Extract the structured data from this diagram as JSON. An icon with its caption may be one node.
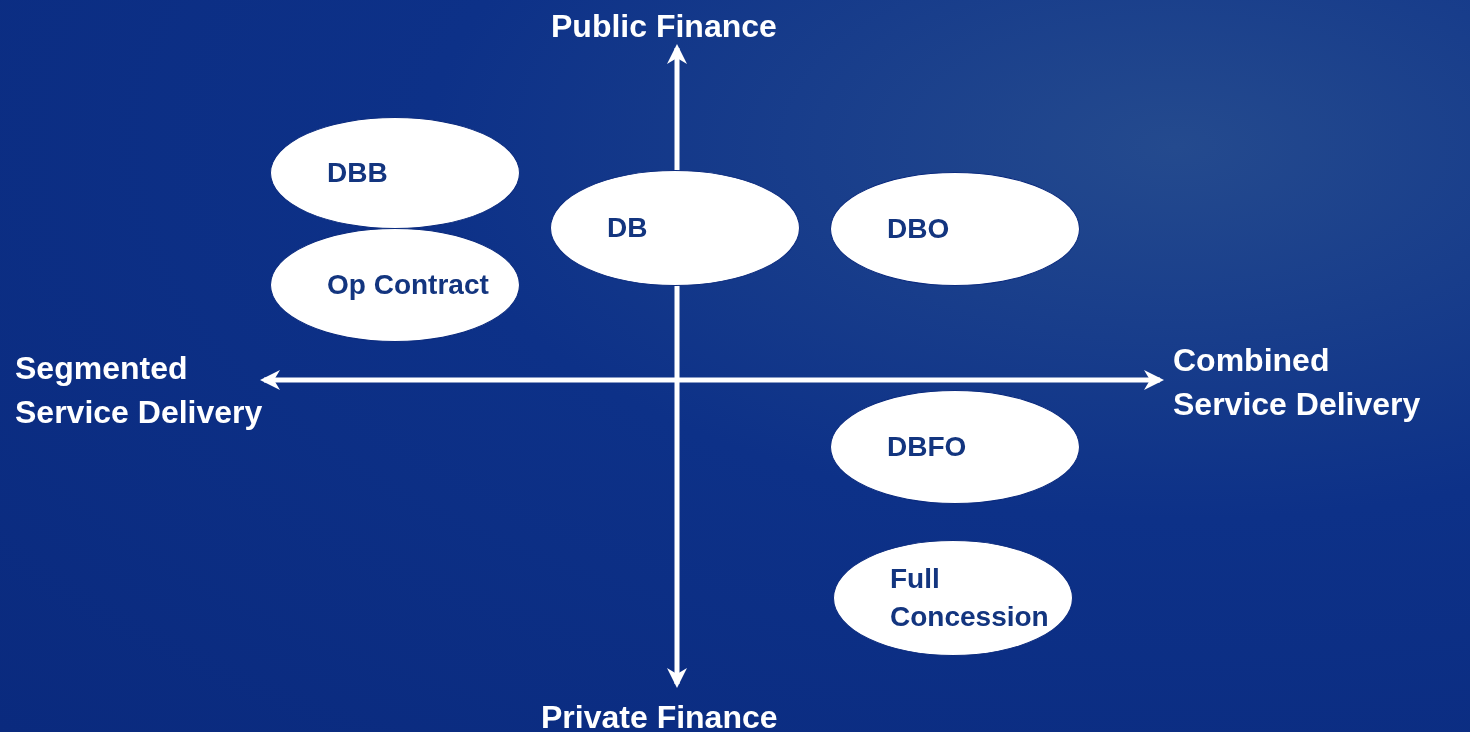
{
  "diagram": {
    "nodes": [
      {
        "text": [
          "DBB"
        ]
      },
      {
        "text": [
          "Op Contract"
        ]
      },
      {
        "text": [
          "DB"
        ]
      },
      {
        "text": [
          "DBO"
        ]
      },
      {
        "text": [
          "DBFO"
        ]
      },
      {
        "text": [
          "Full Concession"
        ]
      }
    ],
    "labels": [
      "Public Finance",
      "Segmented Service Delivery",
      "Combined Service Delivery",
      "Private Finance"
    ]
  }
}
